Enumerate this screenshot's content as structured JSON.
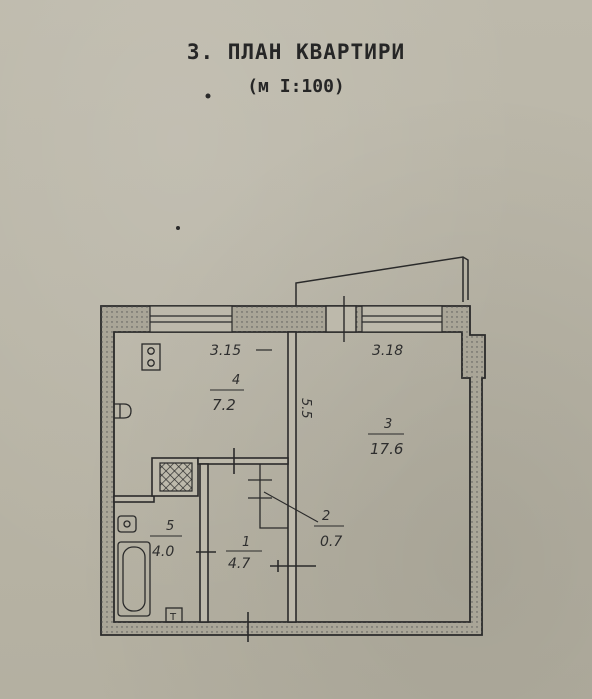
{
  "document": {
    "title": "3. ПЛАН КВАРТИРИ",
    "scale": "(м I:100)"
  },
  "colors": {
    "paper": "#b7b3a4",
    "ink": "#2a2a2a",
    "wall_fill": "#a9a597"
  },
  "rooms": [
    {
      "number": "4",
      "area": "7.2"
    },
    {
      "number": "3",
      "area": "17.6"
    },
    {
      "number": "2",
      "area": "0.7"
    },
    {
      "number": "1",
      "area": "4.7"
    },
    {
      "number": "5",
      "area": "4.0"
    }
  ],
  "dimensions": {
    "kitchen_width": "3.15",
    "room_width": "3.18",
    "room_length": "5.5"
  },
  "fixtures": {
    "toilet_symbol": "T"
  }
}
